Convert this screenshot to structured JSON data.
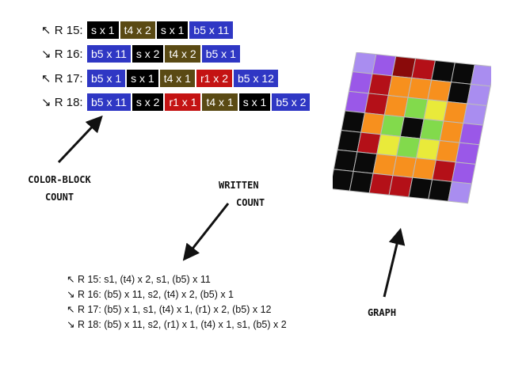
{
  "colors": {
    "s": "#000000",
    "t4": "#5a4a14",
    "b5": "#2f37c4",
    "r1": "#c41313",
    "purple": "#9a58e8",
    "lavender": "#a98df0",
    "red": "#b41018",
    "darkred": "#8a0a0a",
    "orange": "#f7901e",
    "yellow": "#e9ea3a",
    "green": "#82da4c",
    "black": "#0a0a0a"
  },
  "rows": [
    {
      "label": "↖ R 15:",
      "blocks": [
        {
          "text": "s x 1",
          "color": "s"
        },
        {
          "text": "t4 x 2",
          "color": "t4"
        },
        {
          "text": "s x 1",
          "color": "s"
        },
        {
          "text": "b5 x 11",
          "color": "b5"
        }
      ]
    },
    {
      "label": "↘ R 16:",
      "blocks": [
        {
          "text": "b5 x 11",
          "color": "b5"
        },
        {
          "text": "s x 2",
          "color": "s"
        },
        {
          "text": "t4 x 2",
          "color": "t4"
        },
        {
          "text": "b5 x 1",
          "color": "b5"
        }
      ]
    },
    {
      "label": "↖ R 17:",
      "blocks": [
        {
          "text": "b5 x 1",
          "color": "b5"
        },
        {
          "text": "s x 1",
          "color": "s"
        },
        {
          "text": "t4 x 1",
          "color": "t4"
        },
        {
          "text": "r1 x 2",
          "color": "r1"
        },
        {
          "text": "b5 x 12",
          "color": "b5"
        }
      ]
    },
    {
      "label": "↘ R 18:",
      "blocks": [
        {
          "text": "b5 x 11",
          "color": "b5"
        },
        {
          "text": "s x 2",
          "color": "s"
        },
        {
          "text": "r1 x 1",
          "color": "r1"
        },
        {
          "text": "t4 x 1",
          "color": "t4"
        },
        {
          "text": "s x 1",
          "color": "s"
        },
        {
          "text": "b5 x 2",
          "color": "b5"
        }
      ]
    }
  ],
  "labels": {
    "color_block_line1": "COLOR-BLOCK",
    "color_block_line2": "COUNT",
    "written_line1": "WRITTEN",
    "written_line2": "COUNT",
    "graph": "GRAPH"
  },
  "written_count": [
    "↖ R 15: s1, (t4) x 2, s1, (b5) x 11",
    "↘ R 16: (b5) x 11, s2, (t4) x 2, (b5) x 1",
    "↖ R 17: (b5) x 1, s1, (t4) x 1, (r1) x 2, (b5) x 12",
    "↘ R 18: (b5) x 11, s2, (r1) x 1, (t4) x 1, s1, (b5) x 2"
  ],
  "graph_grid": [
    [
      "lavender",
      "purple",
      "darkred",
      "red",
      "black",
      "black",
      "lavender"
    ],
    [
      "purple",
      "red",
      "orange",
      "orange",
      "orange",
      "black",
      "lavender"
    ],
    [
      "purple",
      "red",
      "orange",
      "green",
      "yellow",
      "orange",
      "lavender"
    ],
    [
      "black",
      "orange",
      "green",
      "black",
      "green",
      "orange",
      "purple"
    ],
    [
      "black",
      "red",
      "yellow",
      "green",
      "yellow",
      "orange",
      "purple"
    ],
    [
      "black",
      "black",
      "orange",
      "orange",
      "orange",
      "red",
      "purple"
    ],
    [
      "black",
      "black",
      "red",
      "red",
      "black",
      "black",
      "lavender"
    ]
  ]
}
